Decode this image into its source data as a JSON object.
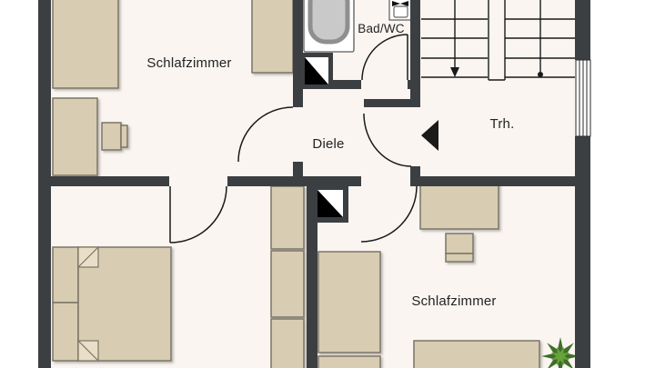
{
  "plan": {
    "rooms": {
      "bedroom_top_left": {
        "label": "Schlafzimmer"
      },
      "bathroom": {
        "label": "Bad/WC"
      },
      "hallway": {
        "label": "Diele"
      },
      "stairwell": {
        "label": "Trh."
      },
      "bedroom_bottom_right": {
        "label": "Schlafzimmer"
      }
    },
    "colors": {
      "wall": "#3c3f42",
      "floor": "#faf5f1",
      "furniture": "#d8ccb2",
      "furniture_light": "#e9dfc8",
      "furniture_outline": "#7b7466",
      "plant_dark": "#3f6f28",
      "plant_light": "#67a33c",
      "background": "#ffffff"
    },
    "symbols": [
      "chimney-symbol",
      "stair-down-arrow-icon",
      "stair-start-dot",
      "entrance-door-triangle-icon",
      "window-symbol",
      "bathtub-symbol",
      "toilet-symbol",
      "plant-symbol",
      "door-swing-arc"
    ]
  }
}
